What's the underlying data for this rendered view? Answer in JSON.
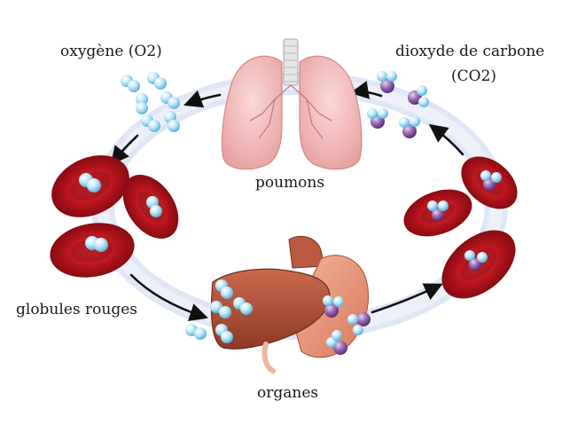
{
  "labels": {
    "oxygen": "oxygène (O2)",
    "co2_line1": "dioxyde de carbone",
    "co2_line2": "(CO2)",
    "lungs": "poumons",
    "red_blood_cells": "globules rouges",
    "organs": "organes"
  },
  "colors": {
    "oxygen_molecule": "#a8dcf2",
    "carbon_atom": "#8b5fa6",
    "red_blood_cell": "#b7161d",
    "lungs": "#f2b3b3",
    "liver": "#b5543a",
    "stomach": "#e7967b",
    "circulation_ring": "#dde4f4"
  },
  "icons": {
    "lungs": "lungs-icon",
    "organs": "liver-stomach-icon",
    "cell": "red-blood-cell-icon",
    "o2": "oxygen-molecule-icon",
    "co2": "carbon-dioxide-molecule-icon"
  }
}
